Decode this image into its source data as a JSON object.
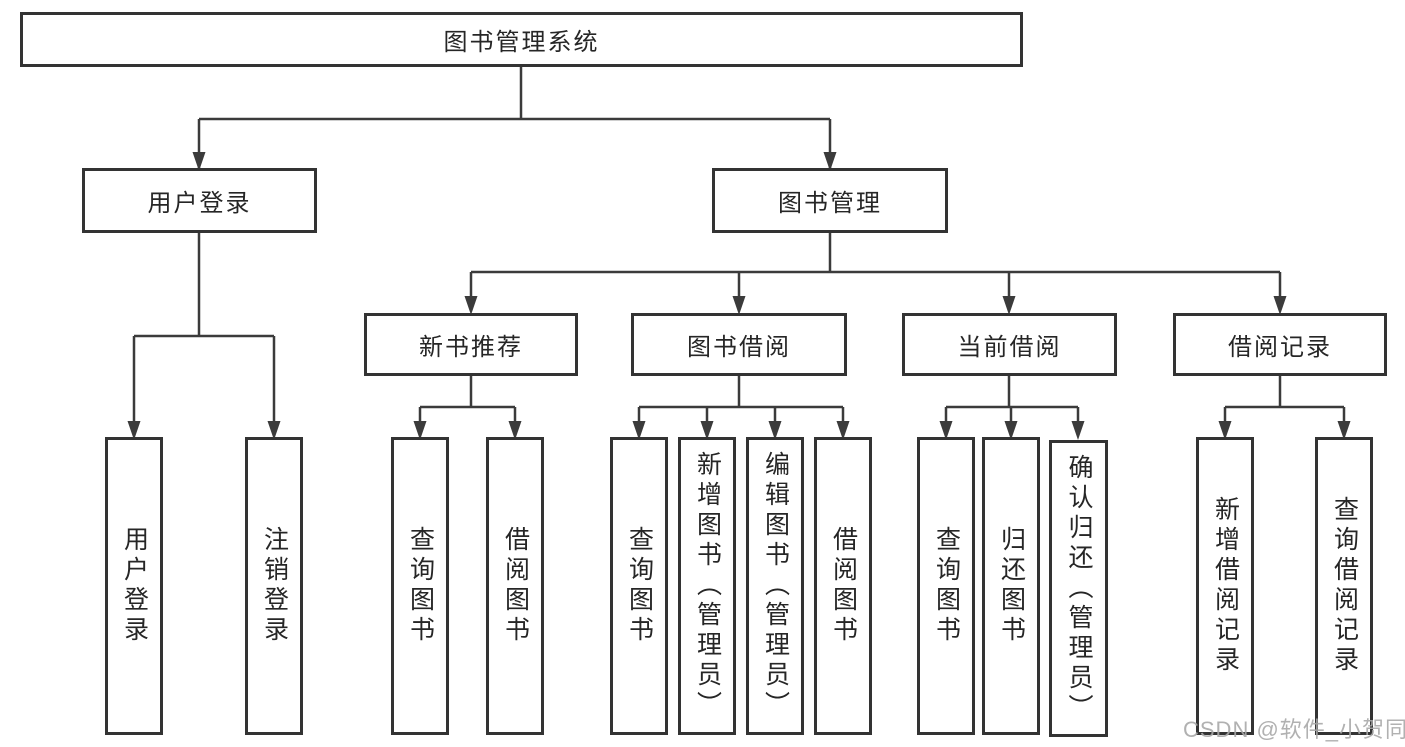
{
  "tree": {
    "root": {
      "label": "图书管理系统",
      "children": [
        {
          "label": "用户登录",
          "children": [
            {
              "label": "用户登录"
            },
            {
              "label": "注销登录"
            }
          ]
        },
        {
          "label": "图书管理",
          "children": [
            {
              "label": "新书推荐",
              "children": [
                {
                  "label": "查询图书"
                },
                {
                  "label": "借阅图书"
                }
              ]
            },
            {
              "label": "图书借阅",
              "children": [
                {
                  "label": "查询图书"
                },
                {
                  "label": "新增图书（管理员）"
                },
                {
                  "label": "编辑图书（管理员）"
                },
                {
                  "label": "借阅图书"
                }
              ]
            },
            {
              "label": "当前借阅",
              "children": [
                {
                  "label": "查询图书"
                },
                {
                  "label": "归还图书"
                },
                {
                  "label": "确认归还（管理员）"
                }
              ]
            },
            {
              "label": "借阅记录",
              "children": [
                {
                  "label": "新增借阅记录"
                },
                {
                  "label": "查询借阅记录"
                }
              ]
            }
          ]
        }
      ]
    }
  },
  "watermark": {
    "text": "CSDN @软件_小贺同学"
  },
  "colors": {
    "background": "#ffffff",
    "box_border": "#333333",
    "connector_line": "#3b3b3b",
    "text": "#262626",
    "watermark": "#a8a8a8"
  }
}
